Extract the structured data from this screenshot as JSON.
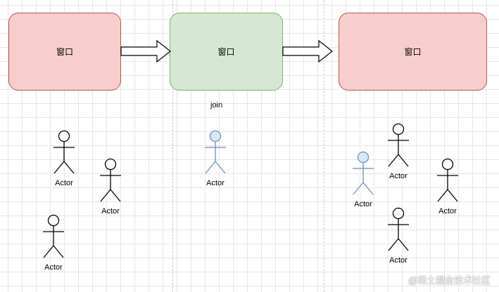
{
  "diagram": {
    "windows": [
      {
        "id": "window-1",
        "label": "窗口",
        "color": "red"
      },
      {
        "id": "window-2",
        "label": "窗口",
        "color": "green"
      },
      {
        "id": "window-3",
        "label": "窗口",
        "color": "red"
      }
    ],
    "join_label": "join",
    "actors": [
      {
        "label": "Actor",
        "highlighted": false
      },
      {
        "label": "Actor",
        "highlighted": false
      },
      {
        "label": "Actor",
        "highlighted": false
      },
      {
        "label": "Actor",
        "highlighted": true
      },
      {
        "label": "Actor",
        "highlighted": true
      },
      {
        "label": "Actor",
        "highlighted": false
      },
      {
        "label": "Actor",
        "highlighted": false
      },
      {
        "label": "Actor",
        "highlighted": false
      }
    ],
    "colors": {
      "red_fill": "#f8cecc",
      "red_stroke": "#b85450",
      "green_fill": "#d5e8d4",
      "green_stroke": "#82b366",
      "actor_highlight_fill": "#dae8fc",
      "actor_highlight_stroke": "#6c8ebf",
      "actor_normal_stroke": "#000000"
    }
  },
  "watermark": "@稀土掘金技术社区"
}
